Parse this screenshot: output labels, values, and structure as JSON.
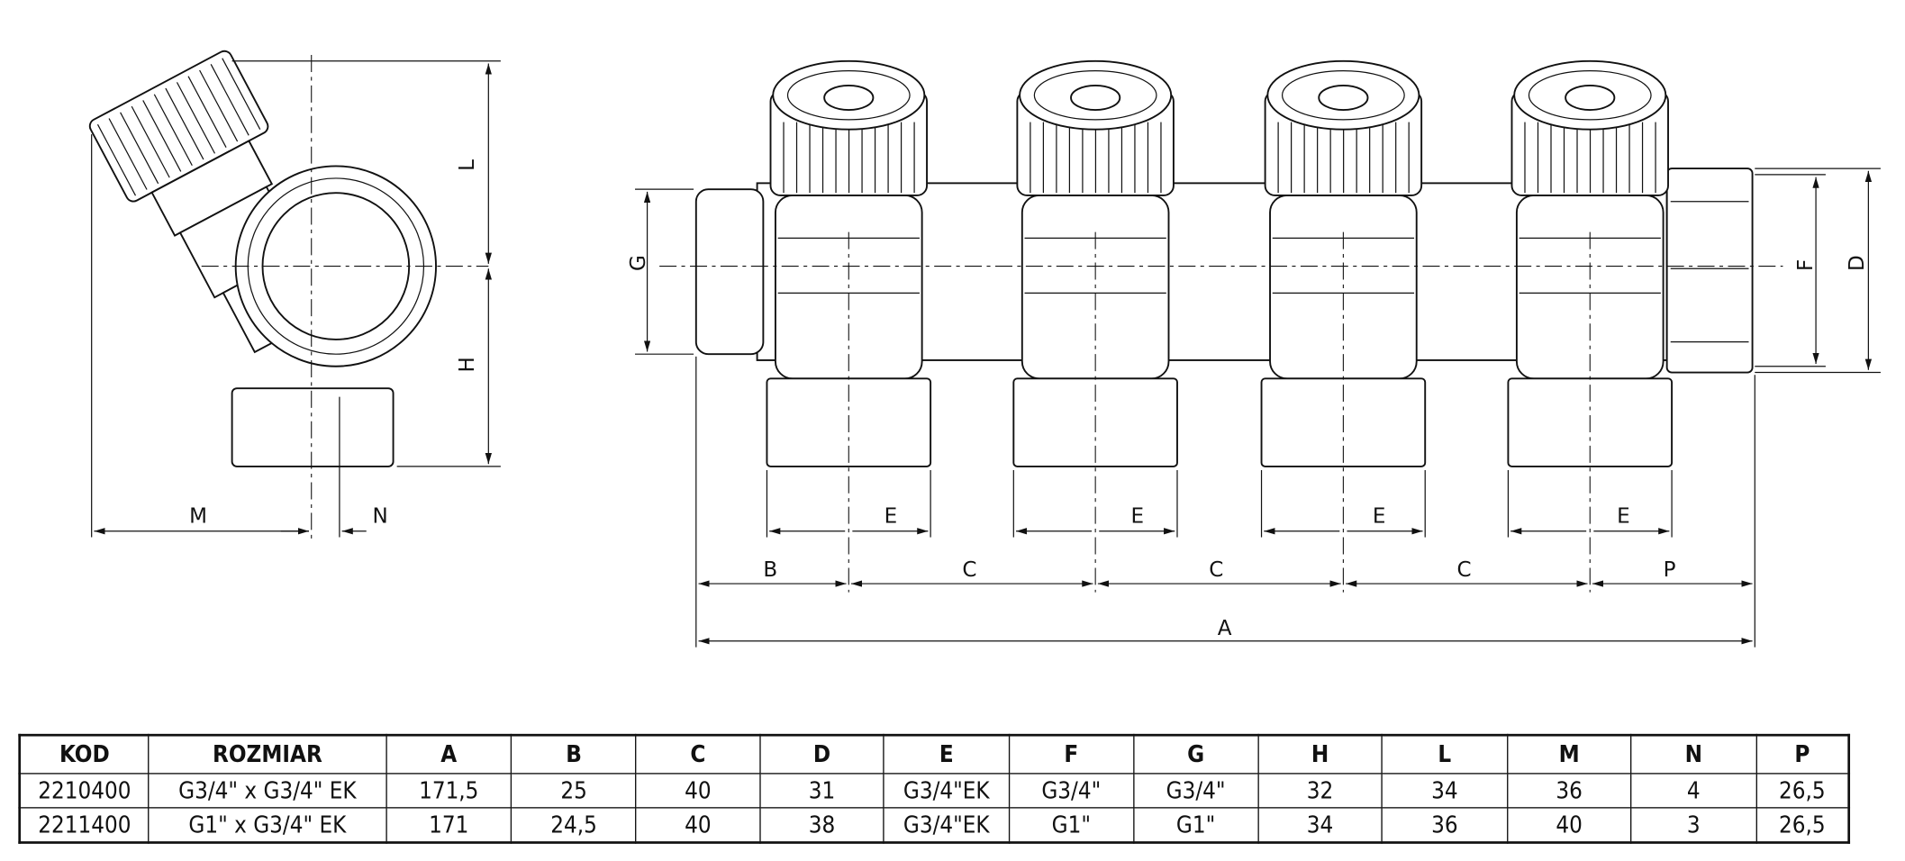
{
  "side_view": {
    "dims": {
      "L": "L",
      "H": "H",
      "M": "M",
      "N": "N"
    }
  },
  "front_view": {
    "dims": {
      "G": "G",
      "F": "F",
      "D": "D",
      "E": "E",
      "B": "B",
      "C": "C",
      "P": "P",
      "A": "A"
    },
    "outlet_count": 4
  },
  "table": {
    "headers": [
      "KOD",
      "ROZMIAR",
      "A",
      "B",
      "C",
      "D",
      "E",
      "F",
      "G",
      "H",
      "L",
      "M",
      "N",
      "P"
    ],
    "rows": [
      [
        "2210400",
        "G3/4\" x G3/4\" EK",
        "171,5",
        "25",
        "40",
        "31",
        "G3/4\"EK",
        "G3/4\"",
        "G3/4\"",
        "32",
        "34",
        "36",
        "4",
        "26,5"
      ],
      [
        "2211400",
        "G1\" x G3/4\" EK",
        "171",
        "24,5",
        "40",
        "38",
        "G3/4\"EK",
        "G1\"",
        "G1\"",
        "34",
        "36",
        "40",
        "3",
        "26,5"
      ]
    ]
  }
}
